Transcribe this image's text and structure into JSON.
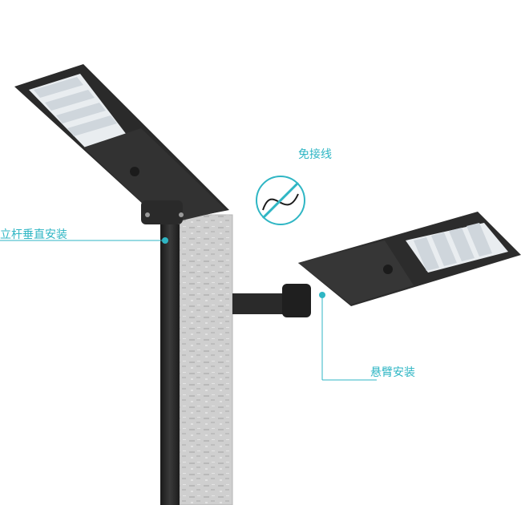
{
  "callouts": {
    "vertical_pole_mount": "立杆垂直安装",
    "cantilever_mount": "悬臂安装",
    "wireless": "免接线"
  },
  "colors": {
    "accent": "#2fb6c4",
    "housing": "#2b2b2b",
    "wall": "#cfcfcf",
    "pole": "#262626"
  },
  "icons": [
    "no-wiring-icon"
  ]
}
